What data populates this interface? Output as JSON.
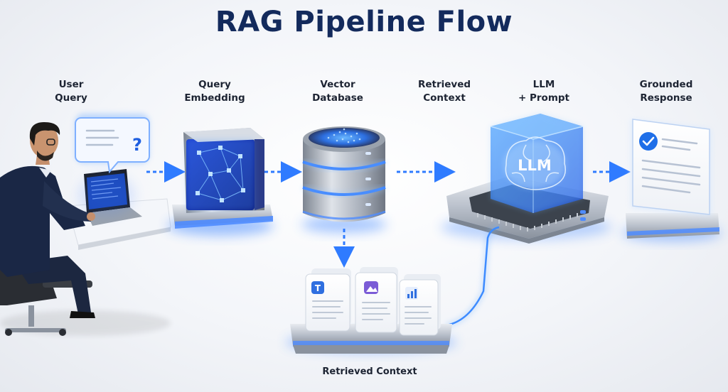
{
  "title": "RAG Pipeline Flow",
  "stages": [
    {
      "id": "user-query",
      "line1": "User",
      "line2": "Query"
    },
    {
      "id": "query-embedding",
      "line1": "Query",
      "line2": "Embedding"
    },
    {
      "id": "vector-database",
      "line1": "Vector",
      "line2": "Database"
    },
    {
      "id": "retrieved-context",
      "line1": "Retrieved",
      "line2": "Context"
    },
    {
      "id": "llm-prompt",
      "line1": "LLM",
      "line2": "+ Prompt"
    },
    {
      "id": "grounded-response",
      "line1": "Grounded",
      "line2": "Response"
    }
  ],
  "query_bubble_symbol": "?",
  "llm_chip_text": "LLM",
  "documents": [
    {
      "badge": "T",
      "badge_color": "#2f6fe0"
    },
    {
      "badge": "image-icon",
      "badge_color": "#7b5cd6"
    },
    {
      "badge": "bar-chart-icon",
      "badge_color": "#2f6fe0"
    }
  ],
  "bottom_label": "Retrieved Context",
  "colors": {
    "title": "#132a5c",
    "accent": "#2f7bff",
    "glow": "#5aa0ff"
  }
}
